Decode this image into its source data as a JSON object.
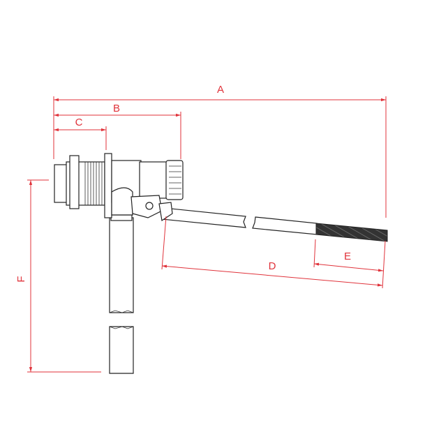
{
  "diagram": {
    "dimensions": [
      {
        "id": "A",
        "label": "A"
      },
      {
        "id": "B",
        "label": "B"
      },
      {
        "id": "C",
        "label": "C"
      },
      {
        "id": "D",
        "label": "D"
      },
      {
        "id": "E",
        "label": "E"
      },
      {
        "id": "F",
        "label": "F"
      }
    ],
    "colors": {
      "dimension": "#e0323a",
      "outline": "#222222",
      "grip": "#333333"
    }
  }
}
